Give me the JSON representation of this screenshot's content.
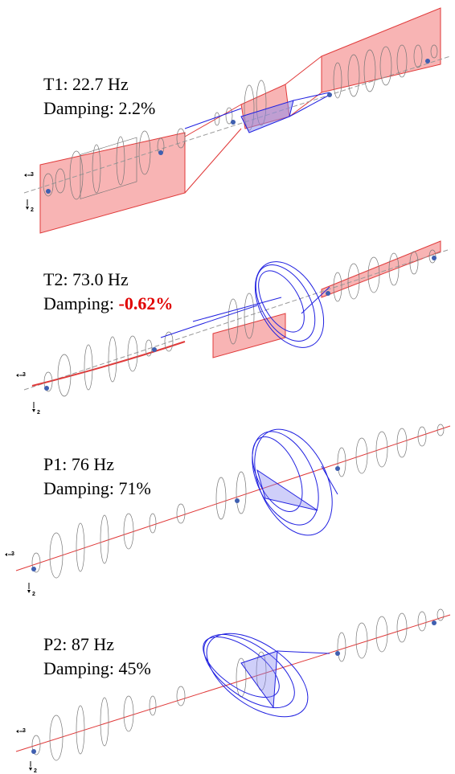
{
  "colors": {
    "mode_red": "#e03a3a",
    "mode_fill": "#f6a6a6",
    "whirl_blue": "#2020e0",
    "negative_damping": "#e00000",
    "rotor_gray": "#888888"
  },
  "modes": [
    {
      "id": "T1",
      "freq_line": "T1: 22.7 Hz",
      "damping_prefix": "Damping: ",
      "damping_value": "2.2%",
      "negative": false
    },
    {
      "id": "T2",
      "freq_line": "T2: 73.0 Hz",
      "damping_prefix": "Damping: ",
      "damping_value": "-0.62%",
      "negative": true
    },
    {
      "id": "P1",
      "freq_line": "P1: 76 Hz",
      "damping_prefix": "Damping: ",
      "damping_value": "71%",
      "negative": false
    },
    {
      "id": "P2",
      "freq_line": "P2: 87 Hz",
      "damping_prefix": "Damping: ",
      "damping_value": "45%",
      "negative": false
    }
  ],
  "axes": {
    "axis_a": "3",
    "axis_b": "2"
  }
}
